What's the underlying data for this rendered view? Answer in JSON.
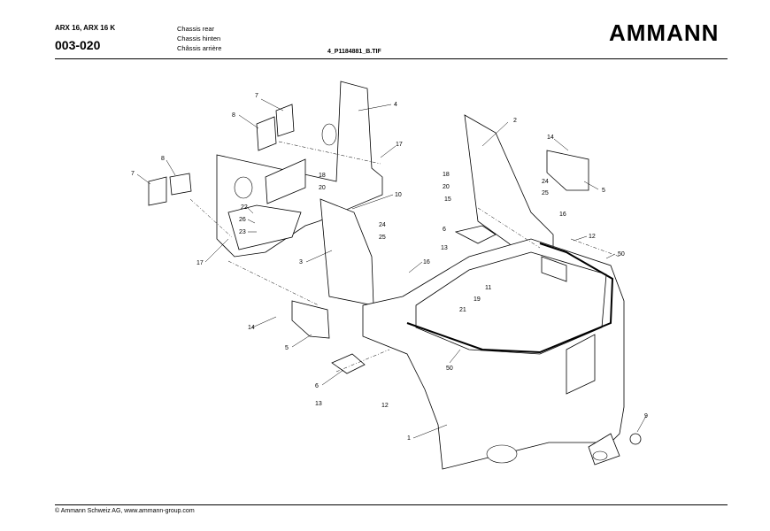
{
  "header": {
    "model": "ARX 16, ARX 16 K",
    "page_code": "003-020",
    "title_en": "Chassis rear",
    "title_de": "Chassis hinten",
    "title_fr": "Châssis arrière",
    "file_name": "4_P1184881_B.TIF",
    "logo_text": "AMMANN"
  },
  "footer": {
    "copyright": "© Ammann Schweiz AG, www.ammann-group.com"
  },
  "callouts": [
    "7",
    "8",
    "4",
    "17",
    "7",
    "8",
    "2",
    "14",
    "5",
    "22",
    "26",
    "23",
    "18",
    "20",
    "10",
    "17",
    "3",
    "24",
    "25",
    "16",
    "18",
    "20",
    "15",
    "24",
    "25",
    "16",
    "6",
    "13",
    "12",
    "50",
    "11",
    "19",
    "21",
    "14",
    "5",
    "50",
    "6",
    "13",
    "12",
    "1",
    "9"
  ]
}
